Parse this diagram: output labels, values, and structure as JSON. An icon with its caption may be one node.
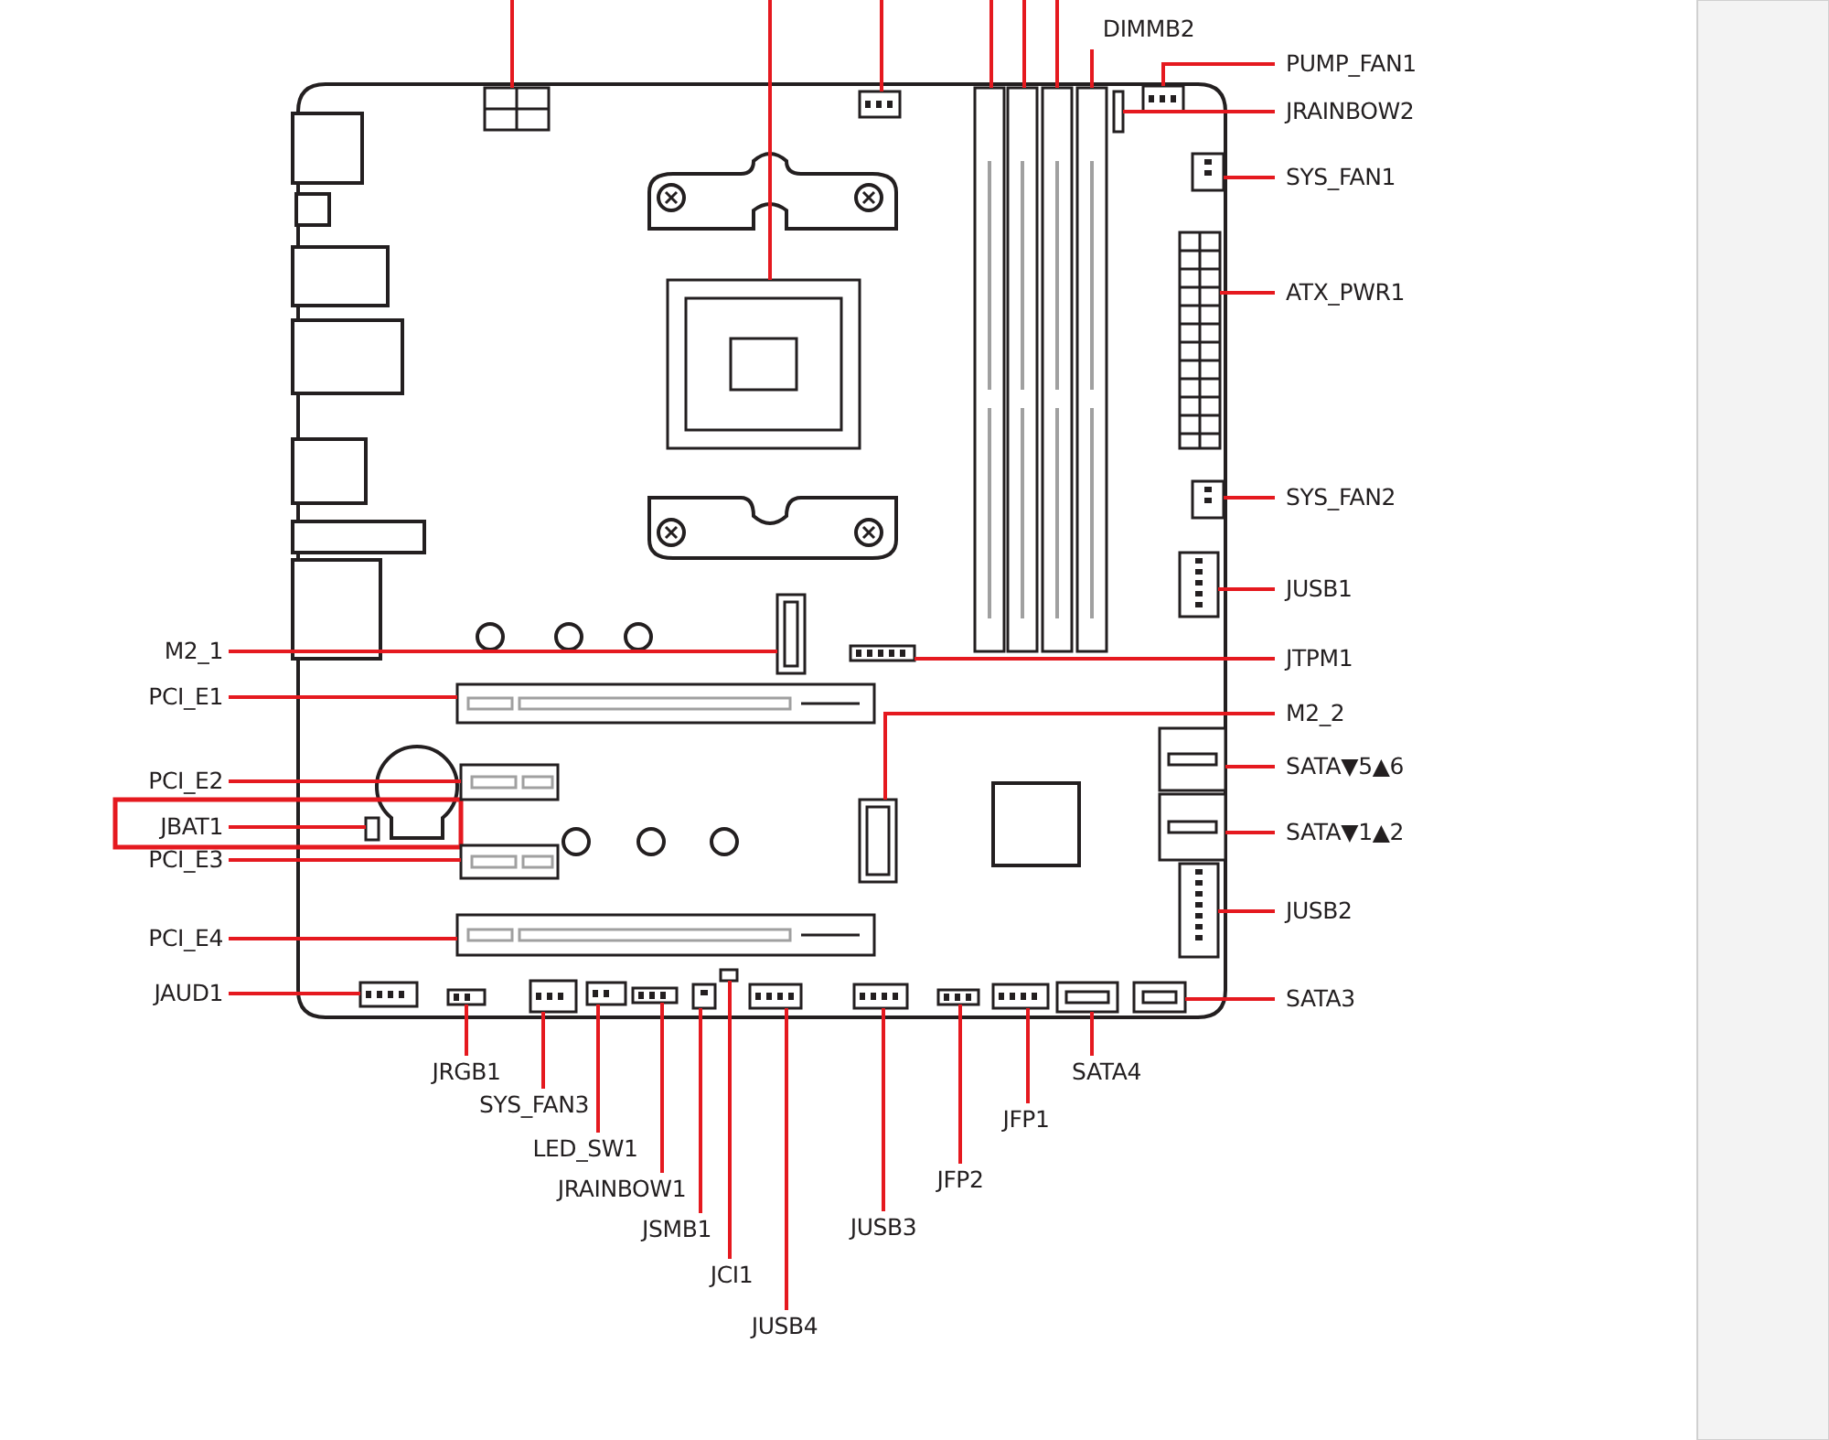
{
  "diagram": {
    "nodes": [
      {
        "text": [
          "DIMMB2"
        ]
      },
      {
        "text": [
          "PUMP_FAN1"
        ]
      },
      {
        "text": [
          "JRAINBOW2"
        ]
      },
      {
        "text": [
          "SYS_FAN1"
        ]
      },
      {
        "text": [
          "ATX_PWR1"
        ]
      },
      {
        "text": [
          "SYS_FAN2"
        ]
      },
      {
        "text": [
          "JUSB1"
        ]
      },
      {
        "text": [
          "M2_1"
        ]
      },
      {
        "text": [
          "JTPM1"
        ]
      },
      {
        "text": [
          "PCI_E1"
        ]
      },
      {
        "text": [
          "M2_2"
        ]
      },
      {
        "text": [
          "SATA▼5▲6"
        ]
      },
      {
        "text": [
          "PCI_E2"
        ]
      },
      {
        "text": [
          "JBAT1"
        ]
      },
      {
        "text": [
          "SATA▼1▲2"
        ]
      },
      {
        "text": [
          "PCI_E3"
        ]
      },
      {
        "text": [
          "JUSB2"
        ]
      },
      {
        "text": [
          "PCI_E4"
        ]
      },
      {
        "text": [
          "JAUD1"
        ]
      },
      {
        "text": [
          "SATA3"
        ]
      },
      {
        "text": [
          "JRGB1"
        ]
      },
      {
        "text": [
          "SATA4"
        ]
      },
      {
        "text": [
          "SYS_FAN3"
        ]
      },
      {
        "text": [
          "JFP1"
        ]
      },
      {
        "text": [
          "LED_SW1"
        ]
      },
      {
        "text": [
          "JFP2"
        ]
      },
      {
        "text": [
          "JRAINBOW1"
        ]
      },
      {
        "text": [
          "JSMB1"
        ]
      },
      {
        "text": [
          "JUSB3"
        ]
      },
      {
        "text": [
          "JCI1"
        ]
      },
      {
        "text": [
          "JUSB4"
        ]
      },
      {
        "text": [],
        "shape": "box"
      },
      {
        "text": [],
        "shape": "box"
      },
      {
        "text": [],
        "shape": "box"
      },
      {
        "text": [],
        "shape": "box"
      },
      {
        "text": [],
        "shape": "box"
      },
      {
        "text": [],
        "shape": "box"
      },
      {
        "text": [],
        "shape": "box"
      },
      {
        "text": [],
        "shape": "box"
      },
      {
        "text": [],
        "shape": "box"
      },
      {
        "text": [],
        "shape": "box"
      },
      {
        "text": [],
        "shape": "box"
      },
      {
        "text": [],
        "shape": "box"
      },
      {
        "text": [],
        "shape": "box"
      },
      {
        "text": [],
        "shape": "box"
      },
      {
        "text": [],
        "shape": "box"
      },
      {
        "text": [],
        "shape": "box"
      },
      {
        "text": [],
        "shape": "box"
      },
      {
        "text": [],
        "shape": "box"
      },
      {
        "text": [],
        "shape": "box"
      },
      {
        "text": [],
        "shape": "box"
      },
      {
        "text": [],
        "shape": "box"
      },
      {
        "text": [],
        "shape": "box"
      },
      {
        "text": [],
        "shape": "box"
      },
      {
        "text": [],
        "shape": "box"
      },
      {
        "text": [],
        "shape": "box"
      },
      {
        "text": [],
        "shape": "box"
      },
      {
        "text": [],
        "shape": "box"
      },
      {
        "text": [],
        "shape": "box"
      },
      {
        "text": [],
        "shape": "box"
      },
      {
        "text": [],
        "shape": "box"
      },
      {
        "text": [],
        "shape": "box"
      },
      {
        "text": [],
        "shape": "box"
      },
      {
        "text": [],
        "shape": "box"
      },
      {
        "text": [],
        "shape": "box"
      },
      {
        "text": [],
        "shape": "box"
      },
      {
        "text": [],
        "shape": "box"
      },
      {
        "text": [],
        "shape": "box"
      }
    ],
    "edges": [
      {
        "from": 0,
        "to": 37,
        "arrow": "none"
      },
      {
        "from": 1,
        "to": 33,
        "arrow": "none"
      },
      {
        "from": 2,
        "to": 38,
        "arrow": "none"
      },
      {
        "from": 3,
        "to": 39,
        "arrow": "none"
      },
      {
        "from": 4,
        "to": 40,
        "arrow": "none"
      },
      {
        "from": 5,
        "to": 42,
        "arrow": "none"
      },
      {
        "from": 6,
        "to": 43,
        "arrow": "none"
      },
      {
        "from": 7,
        "to": 44,
        "arrow": "none"
      },
      {
        "from": 8,
        "to": 45,
        "arrow": "none"
      },
      {
        "from": 9,
        "to": 46,
        "arrow": "none"
      },
      {
        "from": 10,
        "to": 49,
        "arrow": "none"
      },
      {
        "from": 11,
        "to": 47,
        "arrow": "none"
      },
      {
        "from": 12,
        "to": 48,
        "arrow": "none"
      },
      {
        "from": 13,
        "to": 50,
        "arrow": "none"
      },
      {
        "from": 14,
        "to": 51,
        "arrow": "none"
      },
      {
        "from": 15,
        "to": 52,
        "arrow": "none"
      },
      {
        "from": 16,
        "to": 53,
        "arrow": "none"
      },
      {
        "from": 17,
        "to": 54,
        "arrow": "none"
      },
      {
        "from": 18,
        "to": 56,
        "arrow": "none"
      },
      {
        "from": 19,
        "to": 67,
        "arrow": "none"
      },
      {
        "from": 20,
        "to": 57,
        "arrow": "none"
      },
      {
        "from": 21,
        "to": 66,
        "arrow": "none"
      },
      {
        "from": 22,
        "to": 58,
        "arrow": "none"
      },
      {
        "from": 23,
        "to": 65,
        "arrow": "none"
      },
      {
        "from": 24,
        "to": 59,
        "arrow": "none"
      },
      {
        "from": 25,
        "to": 64,
        "arrow": "none"
      },
      {
        "from": 26,
        "to": 60,
        "arrow": "none"
      },
      {
        "from": 27,
        "to": 61,
        "arrow": "none"
      },
      {
        "from": 28,
        "to": 63,
        "arrow": "none"
      },
      {
        "from": 29,
        "to": 55,
        "arrow": "none"
      },
      {
        "from": 30,
        "to": 62,
        "arrow": "none"
      },
      {
        "from": null,
        "to": 31,
        "arrow": "none"
      },
      {
        "from": null,
        "to": 41,
        "arrow": "none"
      },
      {
        "from": null,
        "to": 32,
        "arrow": "none"
      },
      {
        "from": null,
        "to": 34,
        "arrow": "none"
      },
      {
        "from": null,
        "to": 35,
        "arrow": "none"
      },
      {
        "from": null,
        "to": 36,
        "arrow": "none"
      }
    ]
  }
}
